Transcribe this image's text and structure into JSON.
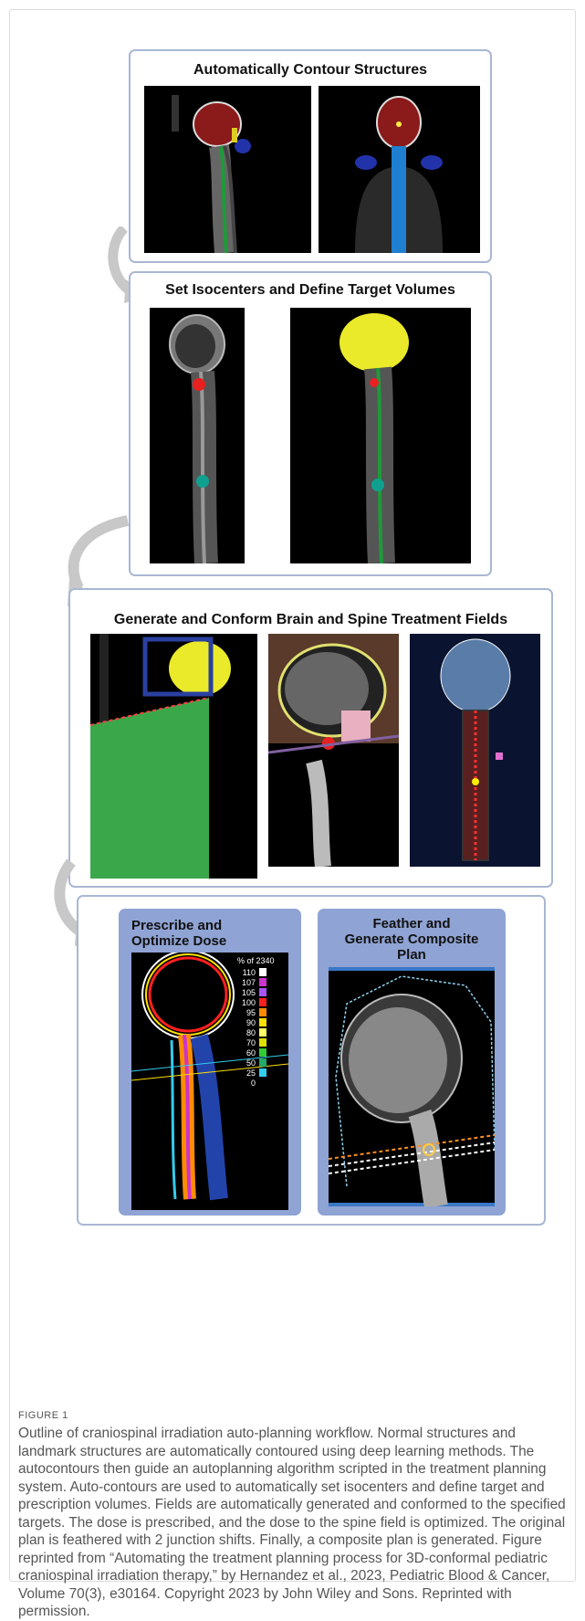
{
  "figure": {
    "panels": [
      {
        "title": "Automatically Contour Structures"
      },
      {
        "title": "Set Isocenters and Define Target Volumes"
      },
      {
        "title": "Generate and Conform Brain and Spine Treatment Fields"
      },
      {
        "subpanels": [
          {
            "title_line1": "Prescribe and",
            "title_line2": "Optimize Dose"
          },
          {
            "title_line1": "Feather and",
            "title_line2": "Generate Composite",
            "title_line3": "Plan"
          }
        ]
      }
    ],
    "dose_legend": {
      "title": "% of 2340",
      "levels": [
        {
          "value": "110",
          "color": "#ffffff"
        },
        {
          "value": "107",
          "color": "#cc33cc"
        },
        {
          "value": "105",
          "color": "#a855f7"
        },
        {
          "value": "100",
          "color": "#ff2020"
        },
        {
          "value": "95",
          "color": "#ff8c00"
        },
        {
          "value": "90",
          "color": "#ffe000"
        },
        {
          "value": "80",
          "color": "#ffff66"
        },
        {
          "value": "70",
          "color": "#e0e000"
        },
        {
          "value": "60",
          "color": "#33cc33"
        },
        {
          "value": "50",
          "color": "#22aa66"
        },
        {
          "value": "25",
          "color": "#33ccee"
        },
        {
          "value": "0",
          "color": "#000000"
        }
      ]
    }
  },
  "caption": {
    "label": "FIGURE 1",
    "text": "Outline of craniospinal irradiation auto-planning workflow. Normal structures and landmark structures are automatically contoured using deep learning methods. The autocontours then guide an autoplanning algorithm scripted in the treatment planning system. Auto-contours are used to automatically set isocenters and define target and prescription volumes. Fields are automatically generated and conformed to the specified targets. The dose is prescribed, and the dose to the spine field is optimized. The original plan is feathered with 2 junction shifts. Finally, a composite plan is generated. Figure reprinted from “Automating the treatment planning process for 3D-conformal pediatric craniospinal irradiation therapy,” by Hernandez et al., 2023, Pediatric Blood & Cancer, Volume 70(3), e30164. Copyright 2023 by John Wiley and Sons. Reprinted with permission."
  }
}
